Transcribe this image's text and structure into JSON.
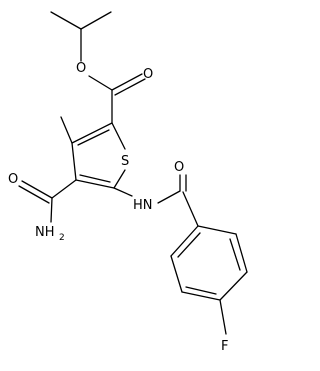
{
  "molecule": {
    "atoms": {
      "ester_oxygen": "O",
      "carbonyl_oxygen_ester": "O",
      "ring_sulfur": "S",
      "amide_oxygen": "O",
      "amide_nitrogen_main": "NH",
      "amide_nitrogen_sub": "2",
      "amine_nitrogen": "HN",
      "benzoyl_oxygen": "O",
      "fluorine": "F"
    },
    "colors": {
      "bond": "#000000",
      "text": "#000000",
      "background": "#ffffff"
    }
  }
}
